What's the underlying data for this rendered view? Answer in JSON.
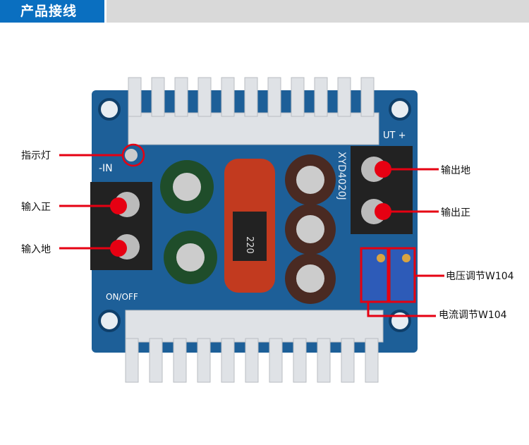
{
  "header": {
    "title": "产品接线"
  },
  "labels": {
    "indicator": "指示灯",
    "input_pos": "输入正",
    "input_gnd": "输入地",
    "output_gnd": "输出地",
    "output_pos": "输出正",
    "voltage_adj": "电压调节W104",
    "current_adj": "电流调节W104"
  },
  "board_print": {
    "in": "-IN",
    "out": "UT +",
    "switch": "ON/OFF",
    "inductor": "220",
    "chip": "XYD4020J"
  },
  "colors": {
    "header": "#0a6fc0",
    "annotation": "#e60012",
    "pcb": "#1d5f98"
  }
}
